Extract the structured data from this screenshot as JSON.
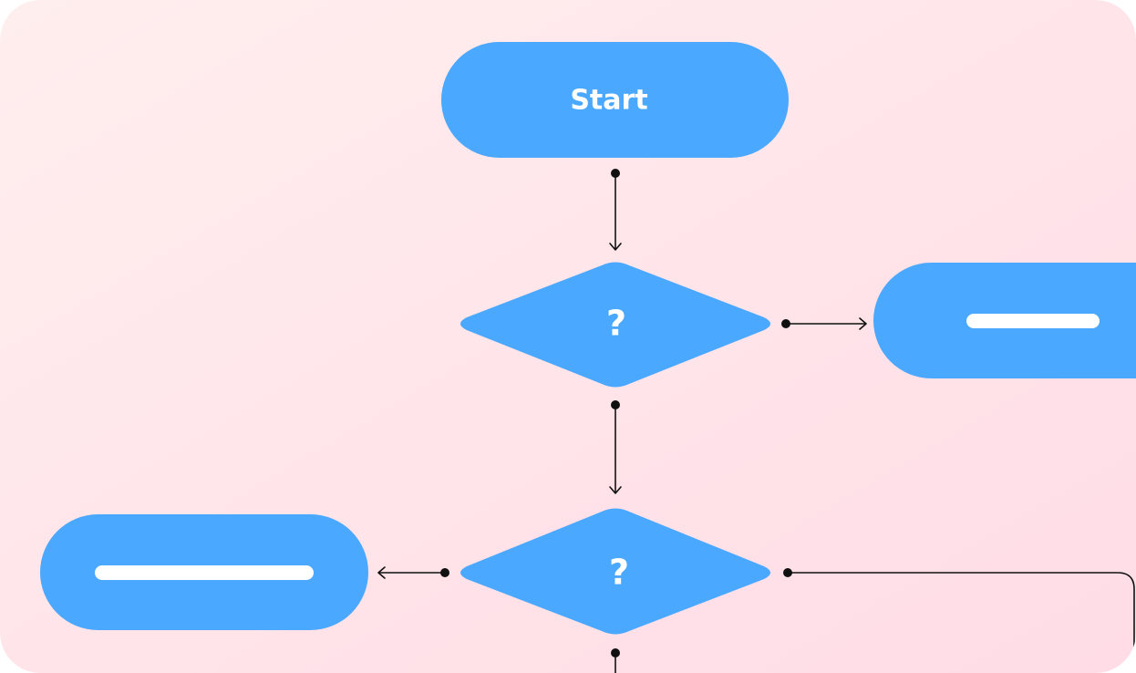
{
  "diagram": {
    "colors": {
      "node_fill": "#4BA8FF",
      "label": "#FFFFFF",
      "placeholder_bar": "#FFFFFF",
      "edge": "#111111",
      "background_start": "#FFEEEE",
      "background_end": "#FFDCE6"
    },
    "nodes": {
      "start": {
        "shape": "terminal",
        "label": "Start"
      },
      "decision_1": {
        "shape": "decision",
        "label": "?"
      },
      "outcome_right": {
        "shape": "terminal",
        "label": ""
      },
      "decision_2": {
        "shape": "decision",
        "label": "?"
      },
      "outcome_left": {
        "shape": "terminal",
        "label": ""
      }
    },
    "edges": [
      {
        "from": "start",
        "to": "decision_1"
      },
      {
        "from": "decision_1",
        "to": "outcome_right"
      },
      {
        "from": "decision_1",
        "to": "decision_2"
      },
      {
        "from": "decision_2",
        "to": "outcome_left"
      },
      {
        "from": "decision_2",
        "to": "offscreen-right"
      },
      {
        "from": "decision_2",
        "to": "offscreen-bottom"
      }
    ]
  }
}
